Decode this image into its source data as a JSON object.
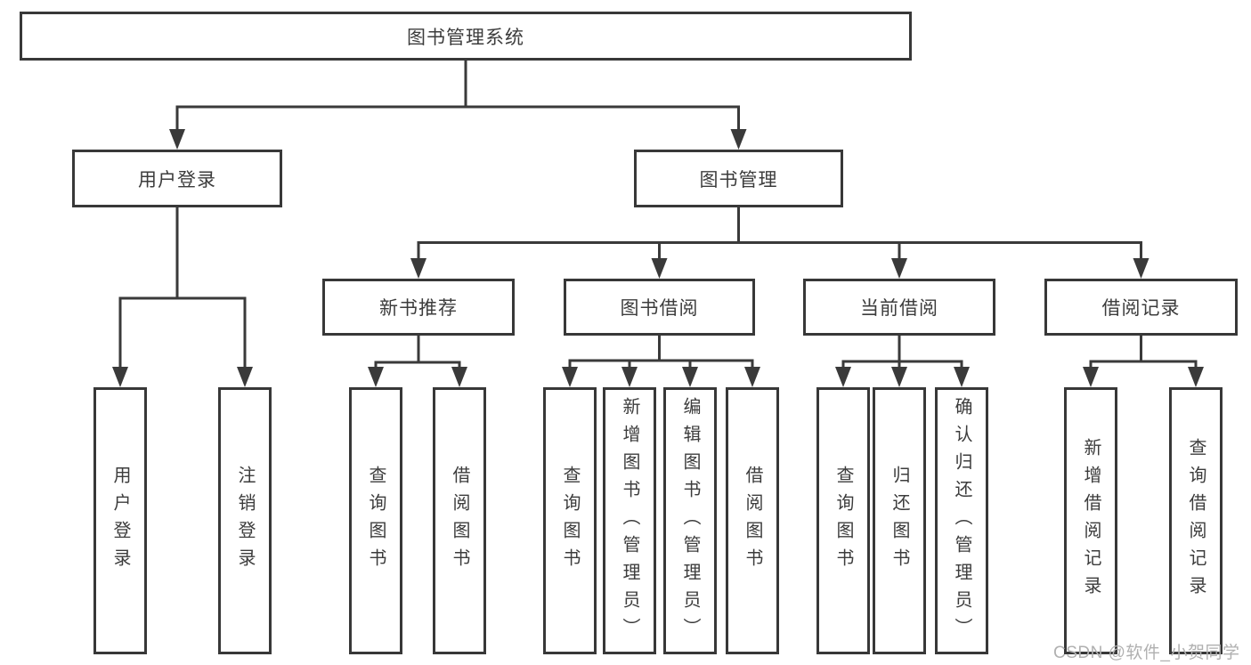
{
  "diagram": {
    "tree": {
      "label": "图书管理系统",
      "children": [
        {
          "label": "用户登录",
          "children": [
            {
              "label": "用户登录"
            },
            {
              "label": "注销登录"
            }
          ]
        },
        {
          "label": "图书管理",
          "children": [
            {
              "label": "新书推荐",
              "children": [
                {
                  "label": "查询图书"
                },
                {
                  "label": "借阅图书"
                }
              ]
            },
            {
              "label": "图书借阅",
              "children": [
                {
                  "label": "查询图书"
                },
                {
                  "label": "新增图书（管理员）"
                },
                {
                  "label": "编辑图书（管理员）"
                },
                {
                  "label": "借阅图书"
                }
              ]
            },
            {
              "label": "当前借阅",
              "children": [
                {
                  "label": "查询图书"
                },
                {
                  "label": "归还图书"
                },
                {
                  "label": "确认归还（管理员）"
                }
              ]
            },
            {
              "label": "借阅记录",
              "children": [
                {
                  "label": "新增借阅记录"
                },
                {
                  "label": "查询借阅记录"
                }
              ]
            }
          ]
        }
      ]
    },
    "watermark": {
      "text": "CSDN @软件_小贺同学"
    },
    "colors": {
      "line": "#3a3a3a",
      "box_border": "#383838",
      "box_fill": "#ffffff",
      "text": "#3c3c3c",
      "watermark": "#b0b0b0",
      "background": "#ffffff"
    }
  }
}
